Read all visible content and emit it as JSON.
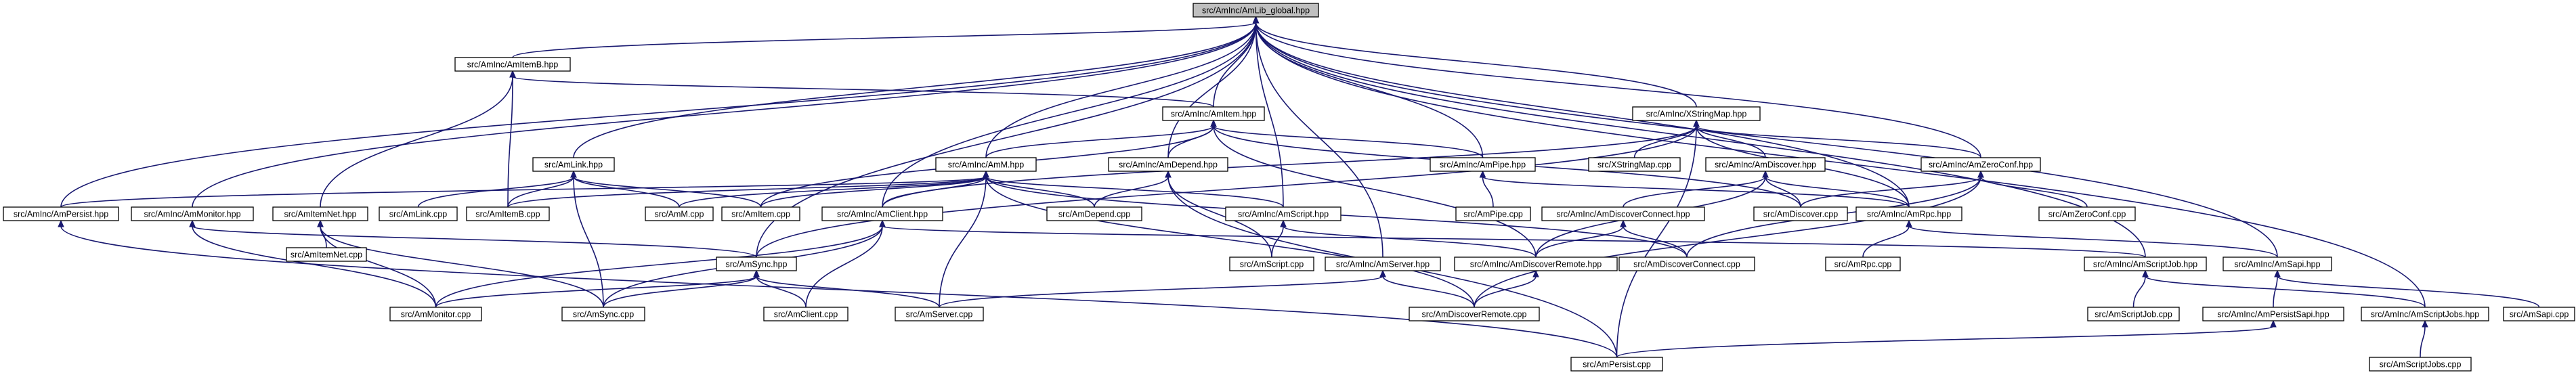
{
  "colors": {
    "edge": "#191970",
    "root_fill": "#bfbfbf",
    "node_fill": "#ffffff",
    "border": "#000000"
  },
  "nodes": [
    {
      "id": "global",
      "label": "src/AmInc/AmLib_global.hpp"
    },
    {
      "id": "itemB_h",
      "label": "src/AmInc/AmItemB.hpp"
    },
    {
      "id": "item_h",
      "label": "src/AmInc/AmItem.hpp"
    },
    {
      "id": "xsm_h",
      "label": "src/AmInc/XStringMap.hpp"
    },
    {
      "id": "link_h",
      "label": "src/AmLink.hpp"
    },
    {
      "id": "am_h",
      "label": "src/AmInc/AmM.hpp"
    },
    {
      "id": "depend_h",
      "label": "src/AmInc/AmDepend.hpp"
    },
    {
      "id": "pipe_h",
      "label": "src/AmInc/AmPipe.hpp"
    },
    {
      "id": "xsm_cpp",
      "label": "src/XStringMap.cpp"
    },
    {
      "id": "discover_h",
      "label": "src/AmInc/AmDiscover.hpp"
    },
    {
      "id": "zeroconf_h",
      "label": "src/AmInc/AmZeroConf.hpp"
    },
    {
      "id": "persist_h",
      "label": "src/AmInc/AmPersist.hpp"
    },
    {
      "id": "monitor_h",
      "label": "src/AmInc/AmMonitor.hpp"
    },
    {
      "id": "itemnet_h",
      "label": "src/AmItemNet.hpp"
    },
    {
      "id": "link_cpp",
      "label": "src/AmLink.cpp"
    },
    {
      "id": "itemB_cpp",
      "label": "src/AmItemB.cpp"
    },
    {
      "id": "am_cpp",
      "label": "src/AmM.cpp"
    },
    {
      "id": "item_cpp",
      "label": "src/AmItem.cpp"
    },
    {
      "id": "client_h",
      "label": "src/AmInc/AmClient.hpp"
    },
    {
      "id": "depend_cpp",
      "label": "src/AmDepend.cpp"
    },
    {
      "id": "script_h",
      "label": "src/AmInc/AmScript.hpp"
    },
    {
      "id": "pipe_cpp",
      "label": "src/AmPipe.cpp"
    },
    {
      "id": "dconnect_h",
      "label": "src/AmInc/AmDiscoverConnect.hpp"
    },
    {
      "id": "discover_cpp",
      "label": "src/AmDiscover.cpp"
    },
    {
      "id": "rpc_h",
      "label": "src/AmInc/AmRpc.hpp"
    },
    {
      "id": "zeroconf_cpp",
      "label": "src/AmZeroConf.cpp"
    },
    {
      "id": "itemnet_cpp",
      "label": "src/AmItemNet.cpp"
    },
    {
      "id": "sync_h",
      "label": "src/AmSync.hpp"
    },
    {
      "id": "script_cpp",
      "label": "src/AmScript.cpp"
    },
    {
      "id": "server_h",
      "label": "src/AmInc/AmServer.hpp"
    },
    {
      "id": "dremote_h",
      "label": "src/AmInc/AmDiscoverRemote.hpp"
    },
    {
      "id": "dconnect_cpp",
      "label": "src/AmDiscoverConnect.cpp"
    },
    {
      "id": "rpc_cpp",
      "label": "src/AmRpc.cpp"
    },
    {
      "id": "scriptjob_h",
      "label": "src/AmInc/AmScriptJob.hpp"
    },
    {
      "id": "sapi_h",
      "label": "src/AmInc/AmSapi.hpp"
    },
    {
      "id": "monitor_cpp",
      "label": "src/AmMonitor.cpp"
    },
    {
      "id": "sync_cpp",
      "label": "src/AmSync.cpp"
    },
    {
      "id": "client_cpp",
      "label": "src/AmClient.cpp"
    },
    {
      "id": "server_cpp",
      "label": "src/AmServer.cpp"
    },
    {
      "id": "dremote_cpp",
      "label": "src/AmDiscoverRemote.cpp"
    },
    {
      "id": "scriptjob_cpp",
      "label": "src/AmScriptJob.cpp"
    },
    {
      "id": "persistsapi_h",
      "label": "src/AmInc/AmPersistSapi.hpp"
    },
    {
      "id": "scriptjobs_h",
      "label": "src/AmInc/AmScriptJobs.hpp"
    },
    {
      "id": "sapi_cpp",
      "label": "src/AmSapi.cpp"
    },
    {
      "id": "persist_cpp",
      "label": "src/AmPersist.cpp"
    },
    {
      "id": "scriptjobs_cpp",
      "label": "src/AmScriptJobs.cpp"
    }
  ],
  "edges": [
    [
      "global",
      "itemB_h"
    ],
    [
      "global",
      "item_h"
    ],
    [
      "global",
      "xsm_h"
    ],
    [
      "global",
      "link_h"
    ],
    [
      "global",
      "am_h"
    ],
    [
      "global",
      "depend_h"
    ],
    [
      "global",
      "pipe_h"
    ],
    [
      "global",
      "zeroconf_h"
    ],
    [
      "global",
      "persist_h"
    ],
    [
      "global",
      "monitor_h"
    ],
    [
      "global",
      "client_h"
    ],
    [
      "global",
      "script_h"
    ],
    [
      "global",
      "rpc_h"
    ],
    [
      "global",
      "sync_h"
    ],
    [
      "global",
      "server_h"
    ],
    [
      "global",
      "scriptjob_h"
    ],
    [
      "global",
      "sapi_h"
    ],
    [
      "global",
      "scriptjobs_h"
    ],
    [
      "itemB_h",
      "item_h"
    ],
    [
      "itemB_h",
      "itemnet_h"
    ],
    [
      "itemB_h",
      "itemB_cpp"
    ],
    [
      "item_h",
      "am_h"
    ],
    [
      "item_h",
      "depend_h"
    ],
    [
      "item_h",
      "pipe_h"
    ],
    [
      "item_h",
      "item_cpp"
    ],
    [
      "item_h",
      "discover_cpp"
    ],
    [
      "item_h",
      "dremote_h"
    ],
    [
      "xsm_h",
      "xsm_cpp"
    ],
    [
      "xsm_h",
      "discover_h"
    ],
    [
      "xsm_h",
      "zeroconf_h"
    ],
    [
      "xsm_h",
      "rpc_h"
    ],
    [
      "xsm_h",
      "client_h"
    ],
    [
      "xsm_h",
      "sync_h"
    ],
    [
      "xsm_h",
      "persist_cpp"
    ],
    [
      "link_h",
      "link_cpp"
    ],
    [
      "link_h",
      "itemB_cpp"
    ],
    [
      "link_h",
      "am_cpp"
    ],
    [
      "link_h",
      "item_cpp"
    ],
    [
      "link_h",
      "sync_cpp"
    ],
    [
      "am_h",
      "persist_h"
    ],
    [
      "am_h",
      "itemB_cpp"
    ],
    [
      "am_h",
      "am_cpp"
    ],
    [
      "am_h",
      "item_cpp"
    ],
    [
      "am_h",
      "client_h"
    ],
    [
      "am_h",
      "depend_cpp"
    ],
    [
      "am_h",
      "script_h"
    ],
    [
      "am_h",
      "server_cpp"
    ],
    [
      "am_h",
      "dremote_cpp"
    ],
    [
      "am_h",
      "dconnect_cpp"
    ],
    [
      "depend_h",
      "depend_cpp"
    ],
    [
      "depend_h",
      "script_cpp"
    ],
    [
      "depend_h",
      "persist_cpp"
    ],
    [
      "pipe_h",
      "pipe_cpp"
    ],
    [
      "pipe_h",
      "rpc_h"
    ],
    [
      "discover_h",
      "dconnect_h"
    ],
    [
      "discover_h",
      "discover_cpp"
    ],
    [
      "discover_h",
      "rpc_h"
    ],
    [
      "discover_h",
      "dremote_h"
    ],
    [
      "zeroconf_h",
      "zeroconf_cpp"
    ],
    [
      "zeroconf_h",
      "discover_cpp"
    ],
    [
      "zeroconf_h",
      "dconnect_cpp"
    ],
    [
      "zeroconf_h",
      "dremote_cpp"
    ],
    [
      "persist_h",
      "persist_cpp"
    ],
    [
      "monitor_h",
      "monitor_cpp"
    ],
    [
      "monitor_h",
      "sync_h"
    ],
    [
      "itemnet_h",
      "itemnet_cpp"
    ],
    [
      "itemnet_h",
      "monitor_cpp"
    ],
    [
      "itemnet_h",
      "sync_cpp"
    ],
    [
      "client_h",
      "monitor_cpp"
    ],
    [
      "client_h",
      "sync_cpp"
    ],
    [
      "client_h",
      "client_cpp"
    ],
    [
      "client_h",
      "scriptjob_h"
    ],
    [
      "script_h",
      "script_cpp"
    ],
    [
      "script_h",
      "dremote_h"
    ],
    [
      "dconnect_h",
      "dconnect_cpp"
    ],
    [
      "dconnect_h",
      "dremote_h"
    ],
    [
      "rpc_h",
      "rpc_cpp"
    ],
    [
      "rpc_h",
      "sapi_h"
    ],
    [
      "sync_h",
      "monitor_cpp"
    ],
    [
      "sync_h",
      "sync_cpp"
    ],
    [
      "sync_h",
      "client_cpp"
    ],
    [
      "sync_h",
      "server_cpp"
    ],
    [
      "server_h",
      "server_cpp"
    ],
    [
      "server_h",
      "dremote_cpp"
    ],
    [
      "dremote_h",
      "dremote_cpp"
    ],
    [
      "scriptjob_h",
      "scriptjob_cpp"
    ],
    [
      "scriptjob_h",
      "scriptjobs_h"
    ],
    [
      "sapi_h",
      "persistsapi_h"
    ],
    [
      "sapi_h",
      "sapi_cpp"
    ],
    [
      "persistsapi_h",
      "persist_cpp"
    ],
    [
      "scriptjobs_h",
      "scriptjobs_cpp"
    ]
  ]
}
